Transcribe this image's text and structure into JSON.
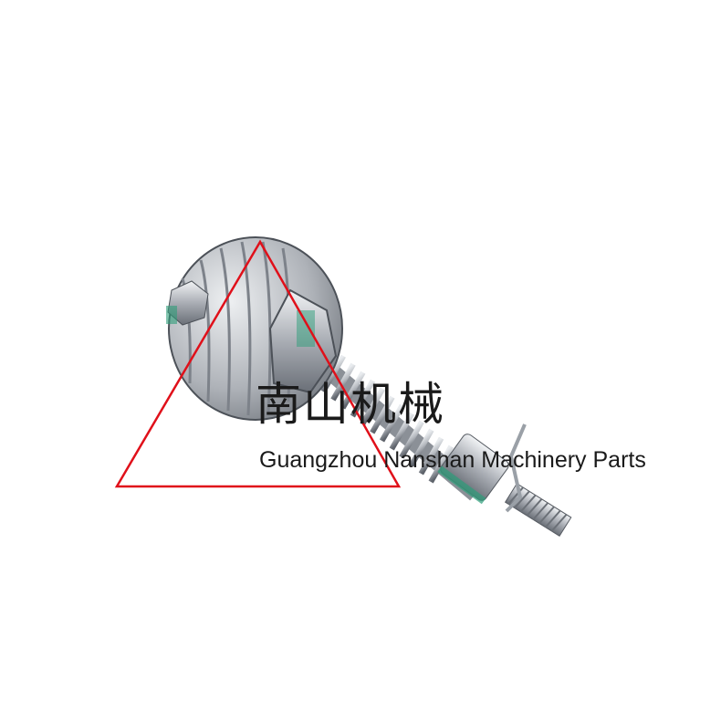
{
  "photo": {
    "subject": "stainless-steel-spring-plunger-valve",
    "background_color": "#ffffff",
    "metal_color": "#b8bcc2",
    "metal_shadow": "#5e636b",
    "accent_color": "#2e9e7a"
  },
  "watermark": {
    "chinese": "南山机械",
    "english": "Guangzhou Nanshan Machinery Parts",
    "triangle_color": "#e0101a"
  }
}
